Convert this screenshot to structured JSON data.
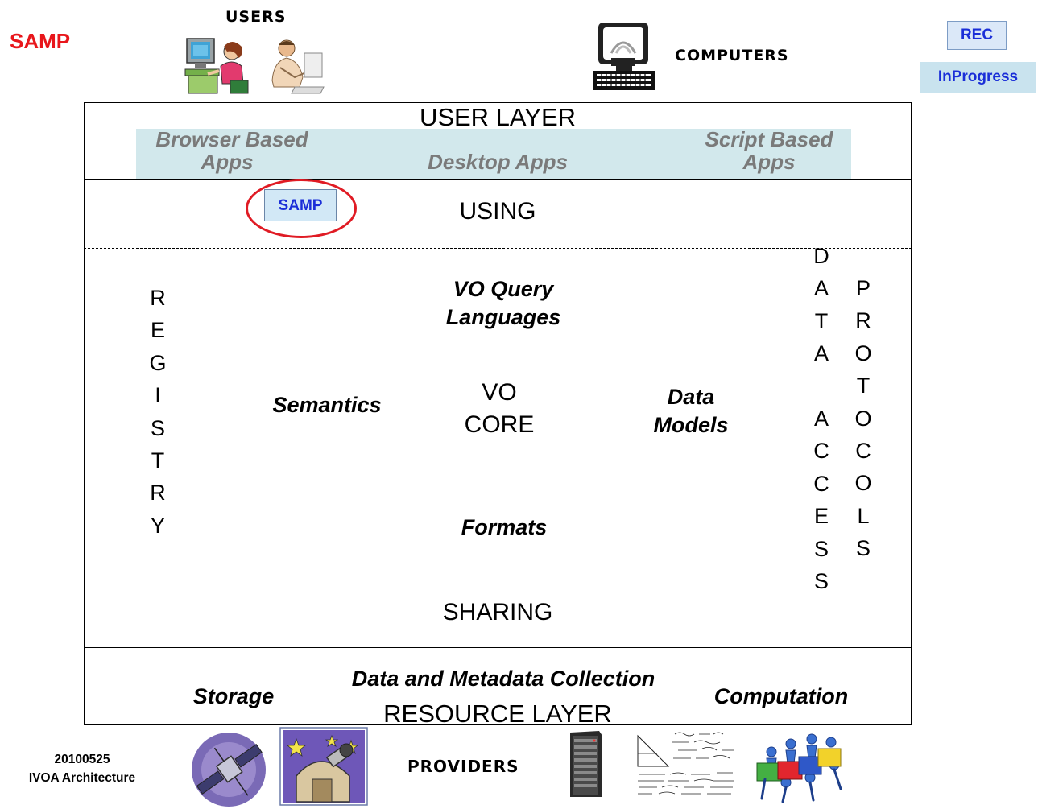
{
  "header": {
    "samp_title": "SAMP",
    "users_label": "USERS",
    "computers_label": "COMPUTERS",
    "status_rec": "REC",
    "status_inprogress": "InProgress"
  },
  "user_layer": {
    "title": "USER LAYER",
    "browser_apps": [
      "Browser Based",
      "Apps"
    ],
    "desktop_apps": "Desktop Apps",
    "script_apps": [
      "Script Based",
      "Apps"
    ]
  },
  "using": {
    "title": "USING",
    "samp_box": "SAMP"
  },
  "registry": {
    "letters": [
      "R",
      "E",
      "G",
      "I",
      "S",
      "T",
      "R",
      "Y"
    ]
  },
  "core": {
    "query_languages": [
      "VO Query",
      "Languages"
    ],
    "semantics": "Semantics",
    "vo_core": [
      "VO",
      "CORE"
    ],
    "data_models": [
      "Data",
      "Models"
    ],
    "formats": "Formats"
  },
  "data_access": {
    "letters": [
      "D",
      "A",
      "T",
      "A",
      "",
      "A",
      "C",
      "C",
      "E",
      "S",
      "S"
    ]
  },
  "protocols": {
    "letters": [
      "P",
      "R",
      "O",
      "T",
      "O",
      "C",
      "O",
      "L",
      "S"
    ]
  },
  "sharing": {
    "title": "SHARING"
  },
  "resource_layer": {
    "collection": "Data and Metadata Collection",
    "storage": "Storage",
    "computation": "Computation",
    "title": "RESOURCE LAYER"
  },
  "footer": {
    "date": "20100525",
    "subtitle": "IVOA Architecture",
    "providers_label": "PROVIDERS"
  },
  "icons": [
    "users-woman-computer-icon",
    "users-man-computer-icon",
    "computer-terminal-icon",
    "satellite-icon",
    "observatory-icon",
    "server-rack-icon",
    "math-formulas-icon",
    "puzzle-people-icon"
  ],
  "colors": {
    "samp_red": "#e8161b",
    "badge_blue": "#1a2ed8",
    "user_band": "#d2e8ec",
    "band_text": "#7a7a7a"
  }
}
